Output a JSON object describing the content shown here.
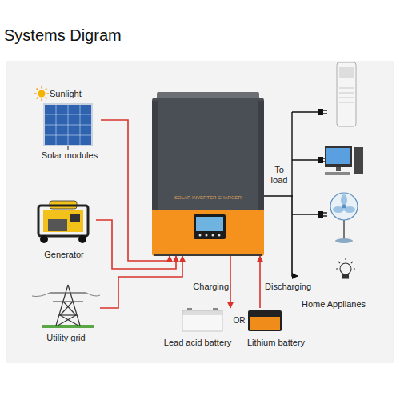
{
  "diagram": {
    "title": "Systems Digram",
    "nodes": [
      {
        "text": [
          "Solar modules"
        ]
      },
      {
        "text": [
          "Generator"
        ]
      },
      {
        "text": [
          "Utility grid"
        ]
      },
      {
        "text": [
          "SOLAR INVERTER CHARGER"
        ]
      },
      {
        "text": [
          "Lead acid battery"
        ]
      },
      {
        "text": [
          "Lithium battery"
        ]
      },
      {
        "text": [
          "Home Appllanes"
        ]
      }
    ],
    "edges": [
      {
        "from": 0,
        "to": 3,
        "arrow": "to"
      },
      {
        "from": 1,
        "to": 3,
        "arrow": "to"
      },
      {
        "from": 2,
        "to": 3,
        "arrow": "to"
      },
      {
        "from": 3,
        "to": 4,
        "label": "Charging",
        "arrow": "to"
      },
      {
        "from": 5,
        "to": 3,
        "label": "Discharging",
        "arrow": "to"
      },
      {
        "from": 3,
        "to": 6,
        "label": "To load",
        "arrow": "to"
      }
    ],
    "labels": [
      "Sunlight",
      "OR"
    ]
  }
}
